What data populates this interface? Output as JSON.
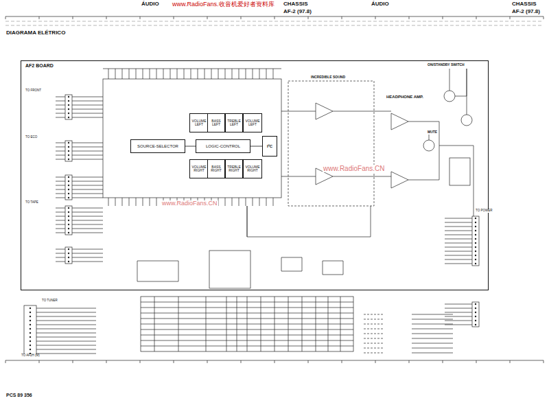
{
  "diagram": {
    "nodes": [
      {
        "text": [
          "AF2 BOARD"
        ]
      },
      {
        "text": [
          "SOURCE-SELECTOR"
        ],
        "in": 0
      },
      {
        "text": [
          "LOGIC-CONTROL"
        ],
        "in": 0
      },
      {
        "text": [
          "I²C"
        ],
        "in": 0
      },
      {
        "text": [
          "VOLUME LEFT"
        ],
        "in": 0
      },
      {
        "text": [
          "BASS LEFT"
        ],
        "in": 0
      },
      {
        "text": [
          "TREBLE LEFT"
        ],
        "in": 0
      },
      {
        "text": [
          "VOLUME LEFT"
        ],
        "in": 0
      },
      {
        "text": [
          "VOLUME RIGHT"
        ],
        "in": 0
      },
      {
        "text": [
          "BASS RIGHT"
        ],
        "in": 0
      },
      {
        "text": [
          "TREBLE RIGHT"
        ],
        "in": 0
      },
      {
        "text": [
          "VOLUME RIGHT"
        ],
        "in": 0
      }
    ],
    "edges": [
      {
        "from": 1,
        "to": 2,
        "arrow": "none"
      },
      {
        "from": 2,
        "to": 3,
        "arrow": "none"
      }
    ],
    "labels": [
      "www.RadioFans.CN",
      "收音机爱好者资料库",
      "ÁUDIO",
      "CHASSIS",
      "AF-2 (97.8)",
      "ÁUDIO",
      "CHASSIS",
      "AF-2 (97.8)",
      "DIAGRAMA ELÉTRICO",
      "INCREDIBLE SOUND",
      "HEADPHONE AMP.",
      "MUTE",
      "ON/STANDBY SWITCH",
      "TO FRONT",
      "TO ECO",
      "TO TAPE",
      "TO POWER",
      "TO TUNER",
      "TO AF2H (M)",
      "PCS 89 356",
      "www.RadioFans.CN",
      "www.RadioFans.CN"
    ]
  }
}
